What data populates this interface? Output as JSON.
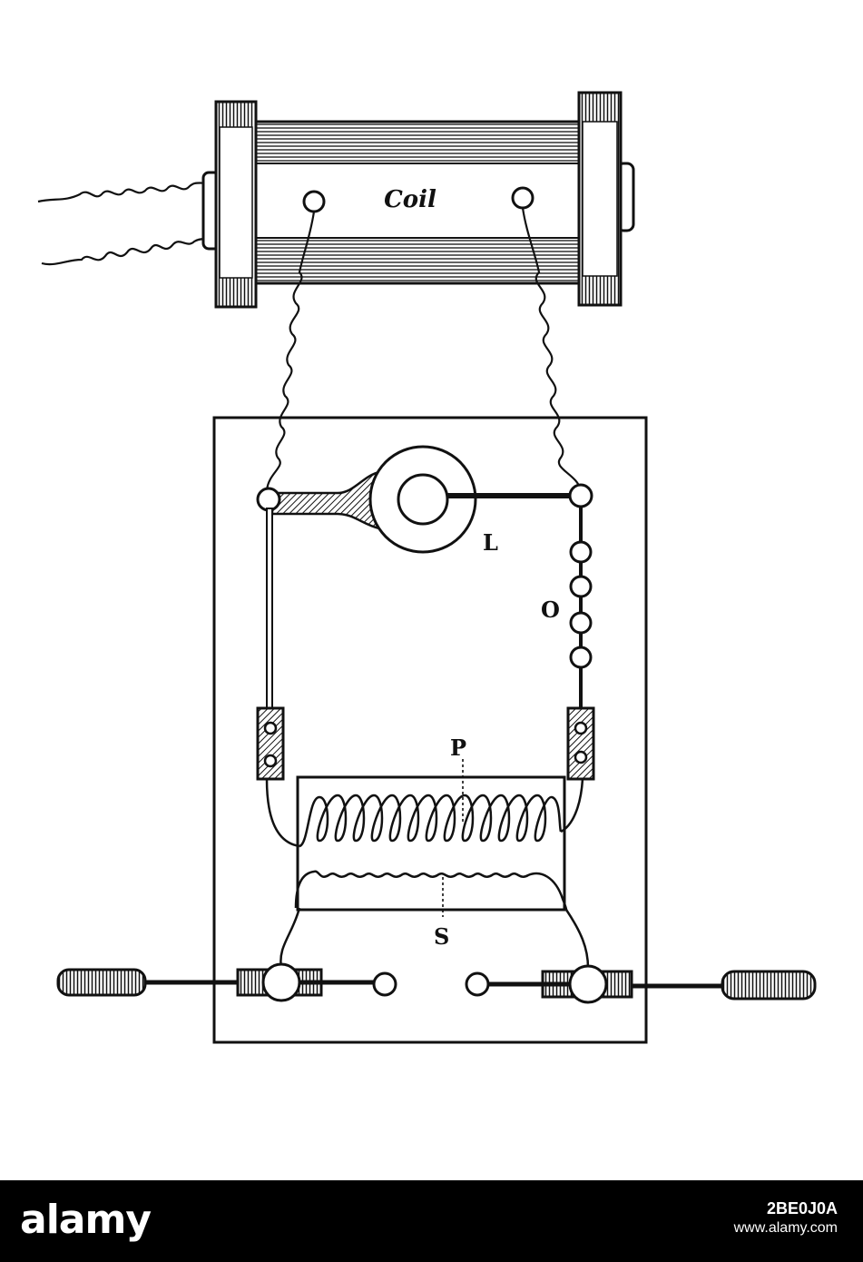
{
  "diagram": {
    "labels": {
      "coil": "Coil",
      "L": "L",
      "O": "O",
      "P": "P",
      "S": "S"
    }
  },
  "watermark": {
    "brand": "alamy",
    "image_id": "2BE0J0A",
    "url": "www.alamy.com"
  }
}
